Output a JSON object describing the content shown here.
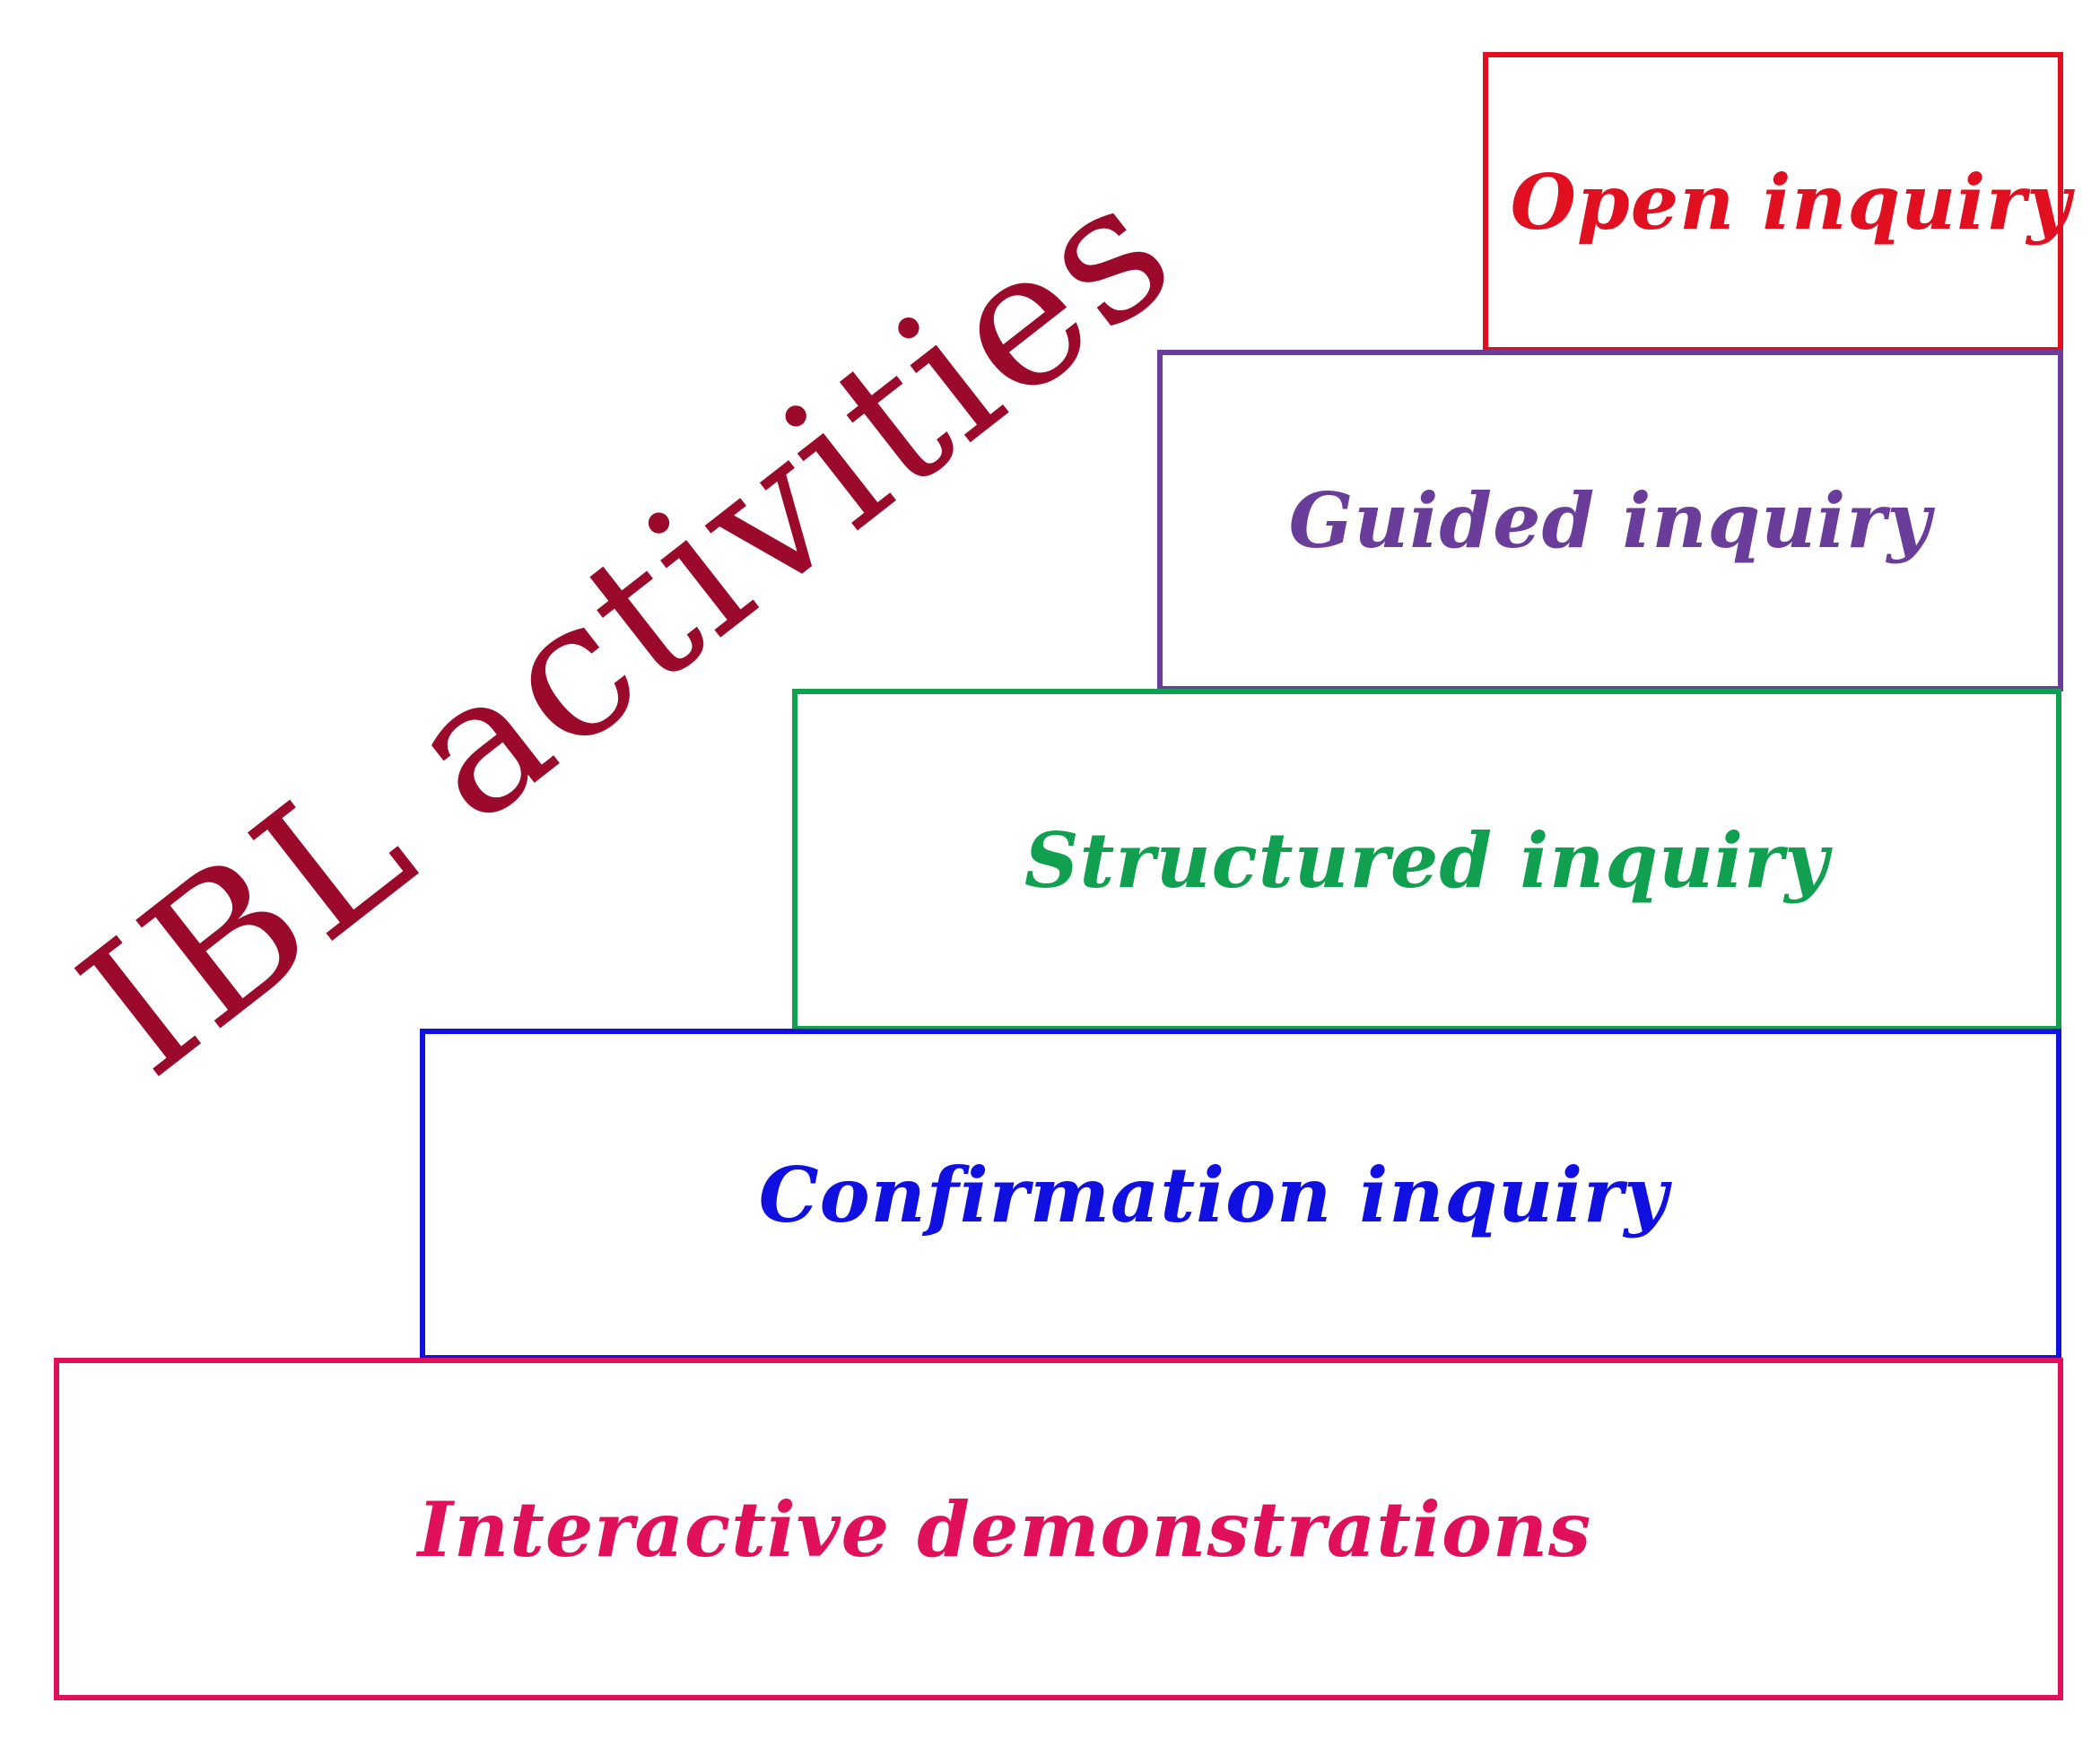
{
  "title": {
    "text": "IBL activities",
    "color": "#9b0a2a"
  },
  "steps": [
    {
      "label": "Open inquiry",
      "color": "#e01020"
    },
    {
      "label": "Guided inquiry",
      "color": "#6a3d9a"
    },
    {
      "label": "Structured inquiry",
      "color": "#10a050"
    },
    {
      "label": "Confirmation inquiry",
      "color": "#1010e0"
    },
    {
      "label": "Interactive demonstrations",
      "color": "#e0105a"
    }
  ]
}
